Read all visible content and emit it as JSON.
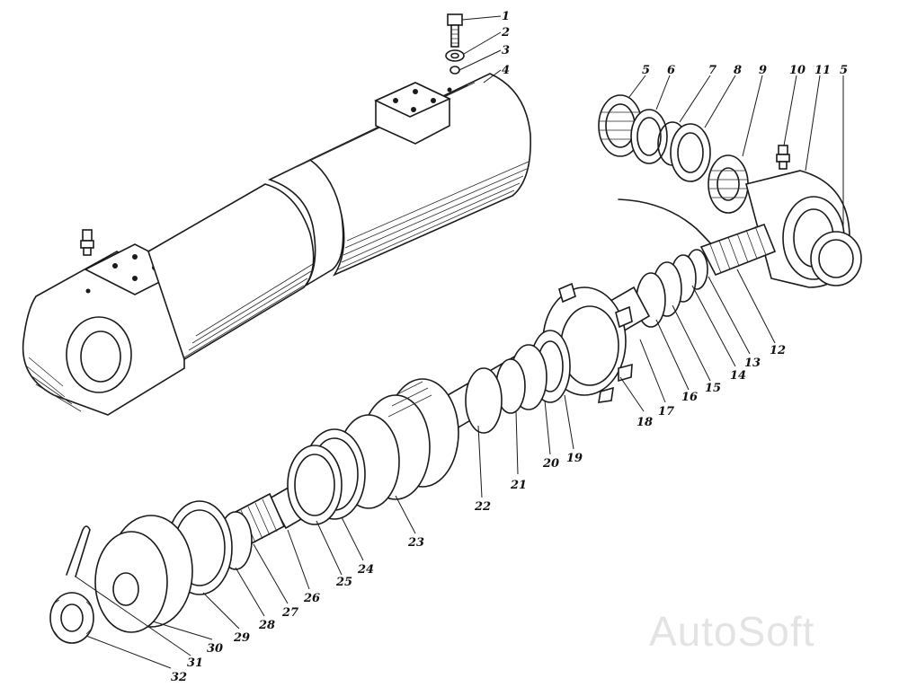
{
  "callouts": [
    {
      "id": "1",
      "label": "1"
    },
    {
      "id": "2",
      "label": "2"
    },
    {
      "id": "3",
      "label": "3"
    },
    {
      "id": "4",
      "label": "4"
    },
    {
      "id": "5a",
      "label": "5"
    },
    {
      "id": "6",
      "label": "6"
    },
    {
      "id": "7",
      "label": "7"
    },
    {
      "id": "8",
      "label": "8"
    },
    {
      "id": "9",
      "label": "9"
    },
    {
      "id": "10",
      "label": "10"
    },
    {
      "id": "11",
      "label": "11"
    },
    {
      "id": "5b",
      "label": "5"
    },
    {
      "id": "12",
      "label": "12"
    },
    {
      "id": "13",
      "label": "13"
    },
    {
      "id": "14",
      "label": "14"
    },
    {
      "id": "15",
      "label": "15"
    },
    {
      "id": "16",
      "label": "16"
    },
    {
      "id": "17",
      "label": "17"
    },
    {
      "id": "18",
      "label": "18"
    },
    {
      "id": "19",
      "label": "19"
    },
    {
      "id": "20",
      "label": "20"
    },
    {
      "id": "21",
      "label": "21"
    },
    {
      "id": "22",
      "label": "22"
    },
    {
      "id": "23",
      "label": "23"
    },
    {
      "id": "24",
      "label": "24"
    },
    {
      "id": "25",
      "label": "25"
    },
    {
      "id": "26",
      "label": "26"
    },
    {
      "id": "27",
      "label": "27"
    },
    {
      "id": "28",
      "label": "28"
    },
    {
      "id": "29",
      "label": "29"
    },
    {
      "id": "30",
      "label": "30"
    },
    {
      "id": "31",
      "label": "31"
    },
    {
      "id": "32",
      "label": "32"
    }
  ],
  "watermark": "AutoSoft"
}
